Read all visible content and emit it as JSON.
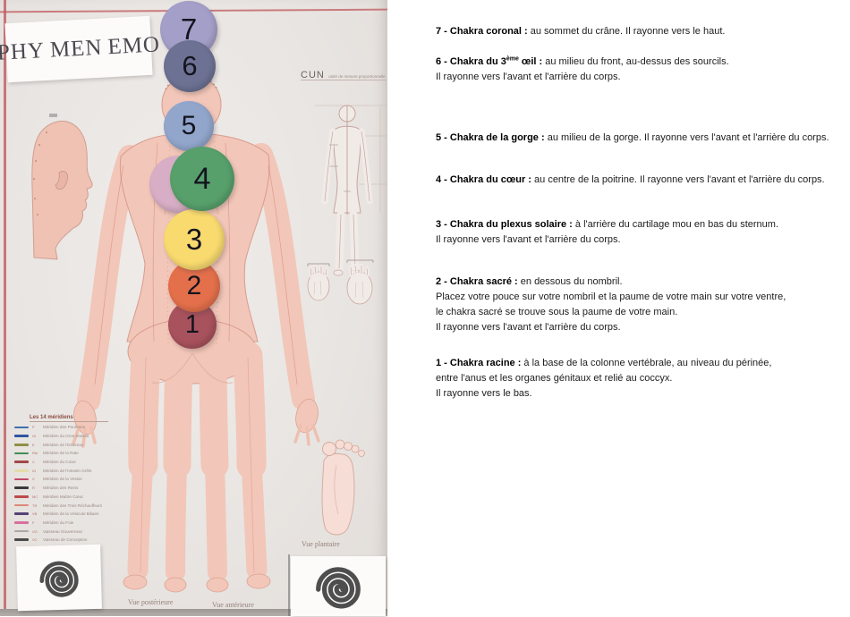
{
  "poster": {
    "title_segments": [
      "PHY",
      "MEN",
      "EMO"
    ],
    "cun": {
      "title": "CUN",
      "subtitle": "unité de mesure proportionnelle"
    },
    "legend": {
      "title": "Les 14 méridiens",
      "entries": [
        {
          "abbr": "P",
          "name": "Méridien des Poumons",
          "color": "#3f6fae"
        },
        {
          "abbr": "GI",
          "name": "Méridien du Gros Intestin",
          "color": "#2f55a0"
        },
        {
          "abbr": "E",
          "name": "Méridien de l'Estomac",
          "color": "#8f8f45"
        },
        {
          "abbr": "Rte",
          "name": "Méridien de la Rate",
          "color": "#3f8f55"
        },
        {
          "abbr": "C",
          "name": "Méridien du Cœur",
          "color": "#a04848"
        },
        {
          "abbr": "IG",
          "name": "Méridien de l'Intestin Grêle",
          "color": "#e3dca8"
        },
        {
          "abbr": "V",
          "name": "Méridien de la Vessie",
          "color": "#c24868"
        },
        {
          "abbr": "R",
          "name": "Méridien des Reins",
          "color": "#3a3a3a"
        },
        {
          "abbr": "MC",
          "name": "Méridien Maître Cœur",
          "color": "#bf4b4b"
        },
        {
          "abbr": "TR",
          "name": "Méridien des Trois Réchauffeurs",
          "color": "#dd8877"
        },
        {
          "abbr": "VB",
          "name": "Méridien de la Vésicule Biliaire",
          "color": "#554177"
        },
        {
          "abbr": "F",
          "name": "Méridien du Foie",
          "color": "#d96fa0"
        },
        {
          "abbr": "VG",
          "name": "Vaisseau Gouverneur",
          "color": "#a8a8a8"
        },
        {
          "abbr": "VC",
          "name": "Vaisseau de Conception",
          "color": "#4a4a4a"
        }
      ]
    },
    "views": {
      "posterior": "Vue postérieure",
      "anterior": "Vue antérieure",
      "plantar": "Vue plantaire"
    },
    "chakras": [
      {
        "num": "1",
        "color": "#a8525d"
      },
      {
        "num": "2",
        "color": "#e4704b"
      },
      {
        "num": "3",
        "color": "#f8da6f"
      },
      {
        "num": "4",
        "color": "#57a06b"
      },
      {
        "num": "5",
        "color": "#92a6cc"
      },
      {
        "num": "6",
        "color": "#6d7294"
      },
      {
        "num": "7",
        "color": "#a49fc8"
      }
    ],
    "behind_disc_color": "#d7aec5"
  },
  "panel": {
    "blocks": [
      {
        "lead": "7 - Chakra coronal :",
        "rest": " au sommet du crâne. Il rayonne vers le haut."
      },
      {
        "lead_pre": "6 - Chakra du 3",
        "lead_sup": "ème",
        "lead_post": " œil :",
        "rest": " au milieu du front, au-dessus des sourcils.",
        "lines": [
          "Il rayonne vers l'avant et l'arrière du corps."
        ]
      },
      {
        "lead": "5 - Chakra de la gorge :",
        "rest": " au milieu de la gorge. Il rayonne vers l'avant et l'arrière du corps."
      },
      {
        "lead": "4 - Chakra du cœur :",
        "rest": " au centre de la poitrine. Il rayonne vers l'avant et l'arrière du corps."
      },
      {
        "lead": "3 - Chakra du plexus solaire :",
        "rest": " à l'arrière du cartilage mou en bas du sternum.",
        "lines": [
          "Il rayonne vers l'avant et l'arrière du corps."
        ]
      },
      {
        "lead": "2 - Chakra sacré :",
        "rest": " en dessous du nombril.",
        "lines": [
          "Placez votre pouce sur votre nombril et la paume de votre main sur votre ventre,",
          "le chakra sacré se trouve sous la paume de votre main.",
          "Il rayonne vers l'avant et l'arrière du corps."
        ]
      },
      {
        "lead": "1 - Chakra racine :",
        "rest": " à la base de la colonne vertébrale, au niveau du périnée,",
        "lines": [
          "entre l'anus et les organes génitaux et relié au coccyx.",
          "Il rayonne vers le bas."
        ]
      }
    ]
  }
}
